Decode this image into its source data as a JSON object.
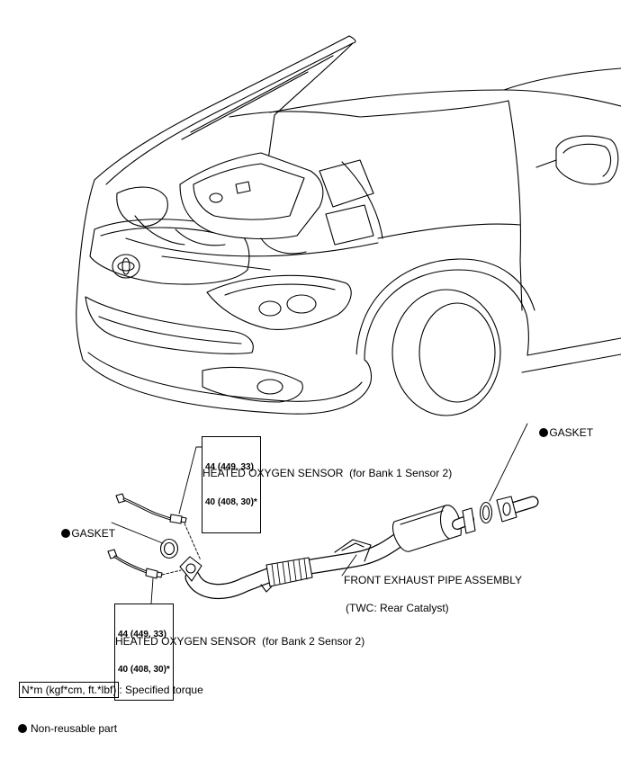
{
  "labels": {
    "gasket_right": "GASKET",
    "torque_bank1": {
      "line1": "44 (449, 33)",
      "line2": "40 (408, 30)*"
    },
    "sensor_bank1": "HEATED OXYGEN SENSOR  (for Bank 1 Sensor 2)",
    "gasket_left": "GASKET",
    "front_pipe": "FRONT EXHAUST PIPE ASSEMBLY",
    "twc": "(TWC: Rear Catalyst)",
    "torque_bank2": {
      "line1": "44 (449, 33)",
      "line2": "40 (408, 30)*"
    },
    "sensor_bank2": "HEATED OXYGEN SENSOR  (for Bank 2 Sensor 2)"
  },
  "legend": {
    "torque_units": "N*m (kgf*cm, ft.*lbf)",
    "torque_desc": ": Specified torque",
    "nonreusable_desc": "Non-reusable part"
  },
  "symbols": {
    "non_reusable_marker": "filled-circle-icon"
  },
  "colors": {
    "line": "#000000",
    "background": "#ffffff"
  }
}
